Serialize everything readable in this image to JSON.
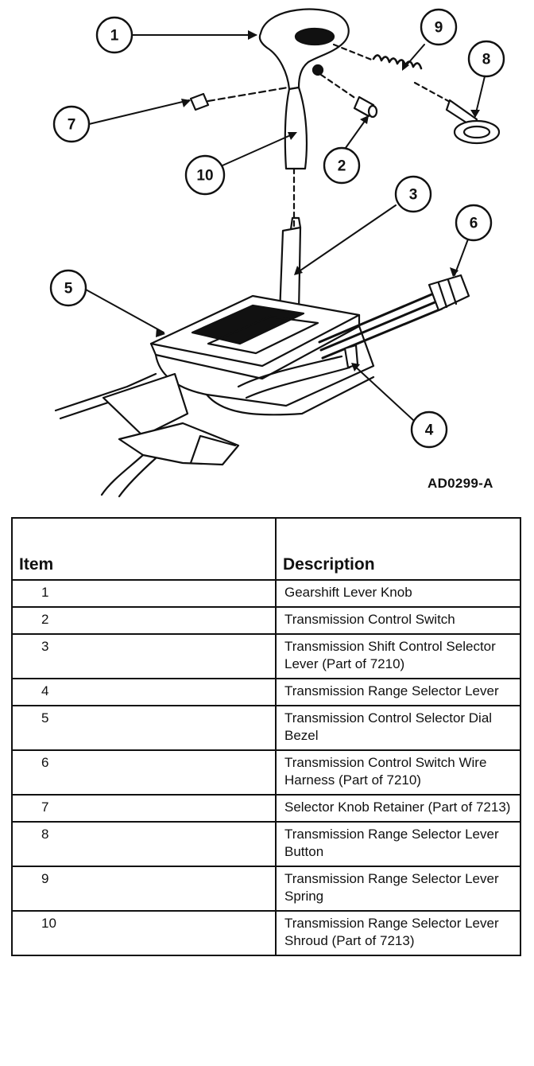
{
  "figure_id": "AD0299-A",
  "callouts": [
    "1",
    "2",
    "3",
    "4",
    "5",
    "6",
    "7",
    "8",
    "9",
    "10"
  ],
  "legend": {
    "header_item": "Item",
    "header_description": "Description",
    "rows": [
      {
        "item": "1",
        "description": "Gearshift Lever Knob"
      },
      {
        "item": "2",
        "description": "Transmission Control Switch"
      },
      {
        "item": "3",
        "description": "Transmission Shift Control Selector Lever (Part of 7210)"
      },
      {
        "item": "4",
        "description": "Transmission Range Selector Lever"
      },
      {
        "item": "5",
        "description": "Transmission Control Selector Dial Bezel"
      },
      {
        "item": "6",
        "description": "Transmission Control Switch Wire Harness (Part of 7210)"
      },
      {
        "item": "7",
        "description": "Selector Knob Retainer (Part of 7213)"
      },
      {
        "item": "8",
        "description": "Transmission Range Selector Lever Button"
      },
      {
        "item": "9",
        "description": "Transmission Range Selector Lever Spring"
      },
      {
        "item": "10",
        "description": "Transmission Range Selector Lever Shroud (Part of 7213)"
      }
    ]
  }
}
